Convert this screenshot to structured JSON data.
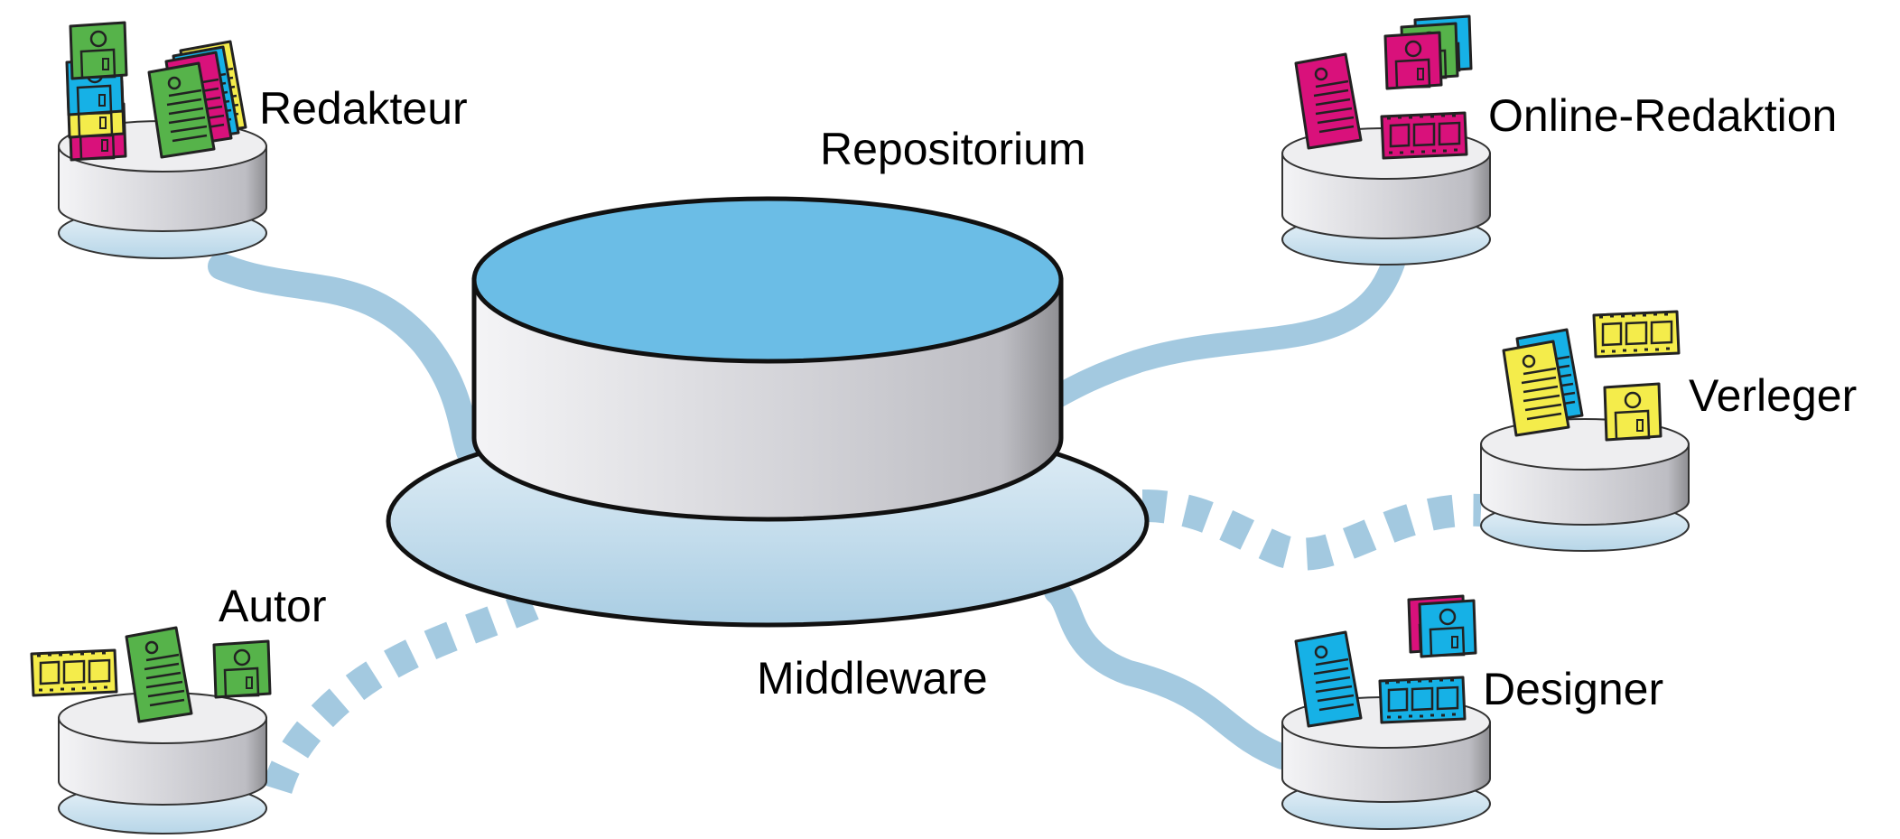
{
  "labels": {
    "center_top": "Repositorium",
    "center_bottom": "Middleware",
    "nodes": {
      "redakteur": "Redakteur",
      "autor": "Autor",
      "online_redaktion": "Online-Redaktion",
      "verleger": "Verleger",
      "designer": "Designer"
    }
  },
  "colors": {
    "connector": "#a3c9e0",
    "repo_top": "#6bbde6",
    "magenta": "#d9117b",
    "green": "#56b34a",
    "yellow": "#f4ec4b",
    "cyan": "#16b1e6"
  },
  "connections": [
    {
      "from": "redakteur",
      "style": "solid"
    },
    {
      "from": "online_redaktion",
      "style": "solid"
    },
    {
      "from": "designer",
      "style": "solid"
    },
    {
      "from": "verleger",
      "style": "dashed"
    },
    {
      "from": "autor",
      "style": "dashed"
    }
  ]
}
